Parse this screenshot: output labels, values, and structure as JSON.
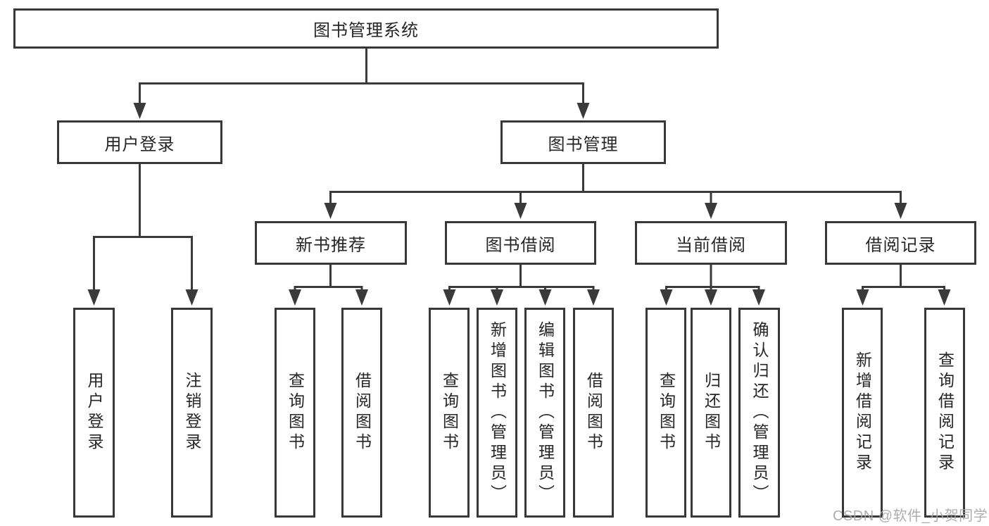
{
  "colors": {
    "line": "#3a3a3a",
    "box_border": "#383838",
    "text": "#262626",
    "watermark": "#a6a6a6",
    "background": "#ffffff"
  },
  "diagram": {
    "root": {
      "label": "图书管理系统"
    },
    "branches": [
      {
        "label": "用户登录",
        "children": [
          {
            "label": "用户登录"
          },
          {
            "label": "注销登录"
          }
        ]
      },
      {
        "label": "图书管理",
        "children": [
          {
            "label": "新书推荐",
            "children": [
              {
                "label": "查询图书"
              },
              {
                "label": "借阅图书"
              }
            ]
          },
          {
            "label": "图书借阅",
            "children": [
              {
                "label": "查询图书"
              },
              {
                "label": "新增图书（管理员）"
              },
              {
                "label": "编辑图书（管理员）"
              },
              {
                "label": "借阅图书"
              }
            ]
          },
          {
            "label": "当前借阅",
            "children": [
              {
                "label": "查询图书"
              },
              {
                "label": "归还图书"
              },
              {
                "label": "确认归还（管理员）"
              }
            ]
          },
          {
            "label": "借阅记录",
            "children": [
              {
                "label": "新增借阅记录"
              },
              {
                "label": "查询借阅记录"
              }
            ]
          }
        ]
      }
    ]
  },
  "watermark": {
    "text": "CSDN @软件_小贺同学"
  }
}
